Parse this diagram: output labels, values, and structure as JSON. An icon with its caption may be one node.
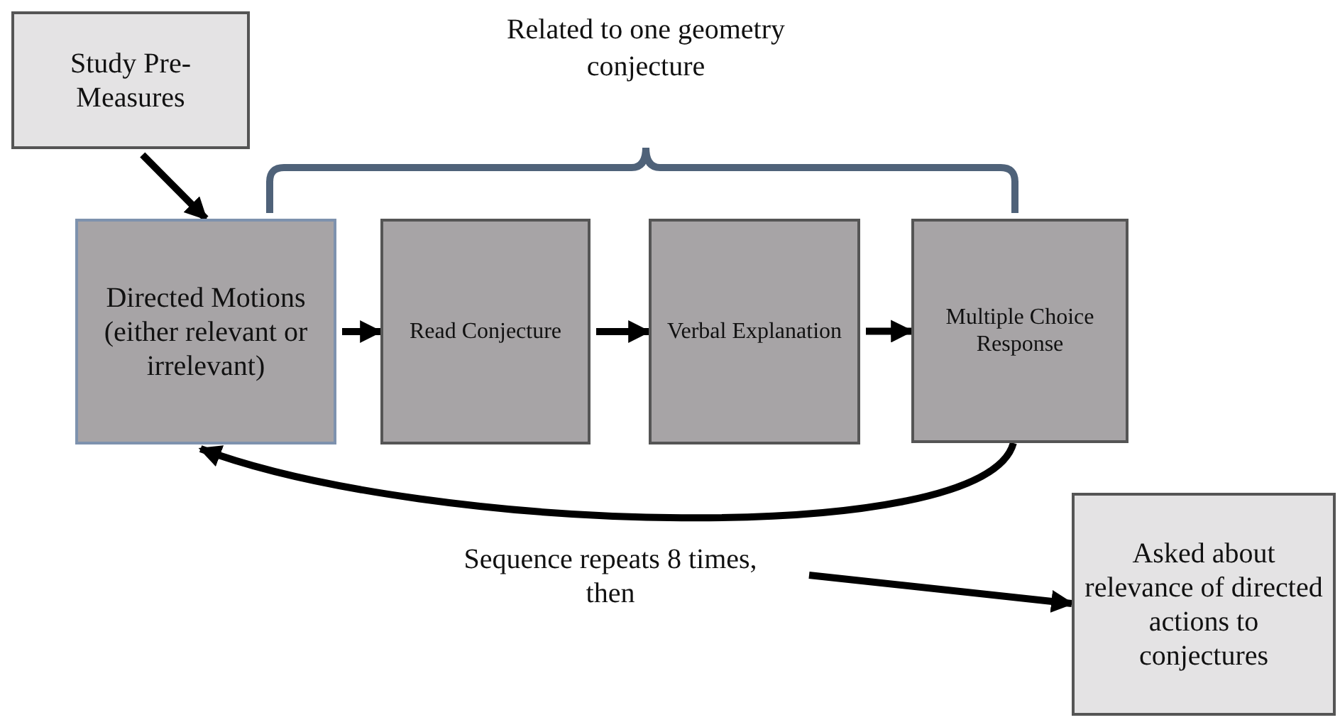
{
  "diagram": {
    "nodes": [
      {
        "text": [
          "Study Pre-Measures"
        ]
      },
      {
        "text": [
          "Directed Motions (either relevant or irrelevant)"
        ]
      },
      {
        "text": [
          "Read Conjecture"
        ]
      },
      {
        "text": [
          "Verbal Explanation"
        ]
      },
      {
        "text": [
          "Multiple Choice Response"
        ]
      },
      {
        "text": [
          "Sequence repeats 8 times, then"
        ]
      },
      {
        "text": [
          "Asked about relevance of directed actions to conjectures"
        ]
      }
    ],
    "edges": [
      {
        "from": 0,
        "to": 1,
        "arrow": "to"
      },
      {
        "from": 1,
        "to": 2,
        "arrow": "to"
      },
      {
        "from": 2,
        "to": 3,
        "arrow": "to"
      },
      {
        "from": 3,
        "to": 4,
        "arrow": "to"
      },
      {
        "from": 4,
        "to": 1,
        "arrow": "to"
      },
      {
        "from": 5,
        "to": 6,
        "arrow": "to"
      }
    ],
    "labels": [
      "Related to one geometry conjecture"
    ]
  }
}
